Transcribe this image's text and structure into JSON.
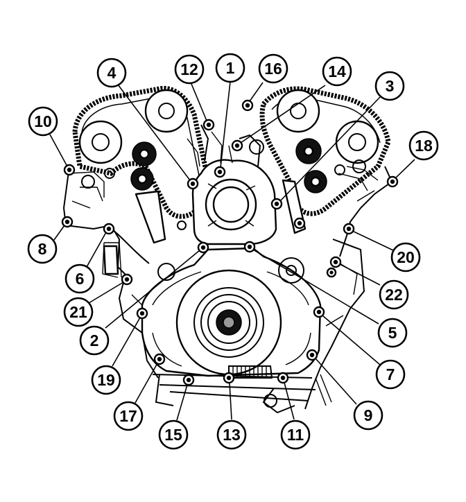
{
  "figure": {
    "callouts": [
      {
        "id": "1",
        "label": "1"
      },
      {
        "id": "2",
        "label": "2"
      },
      {
        "id": "3",
        "label": "3"
      },
      {
        "id": "4",
        "label": "4"
      },
      {
        "id": "5",
        "label": "5"
      },
      {
        "id": "6",
        "label": "6"
      },
      {
        "id": "7",
        "label": "7"
      },
      {
        "id": "8",
        "label": "8"
      },
      {
        "id": "9",
        "label": "9"
      },
      {
        "id": "10",
        "label": "10"
      },
      {
        "id": "11",
        "label": "11"
      },
      {
        "id": "12",
        "label": "12"
      },
      {
        "id": "13",
        "label": "13"
      },
      {
        "id": "14",
        "label": "14"
      },
      {
        "id": "15",
        "label": "15"
      },
      {
        "id": "16",
        "label": "16"
      },
      {
        "id": "17",
        "label": "17"
      },
      {
        "id": "18",
        "label": "18"
      },
      {
        "id": "19",
        "label": "19"
      },
      {
        "id": "20",
        "label": "20"
      },
      {
        "id": "21",
        "label": "21"
      },
      {
        "id": "22",
        "label": "22"
      }
    ]
  }
}
